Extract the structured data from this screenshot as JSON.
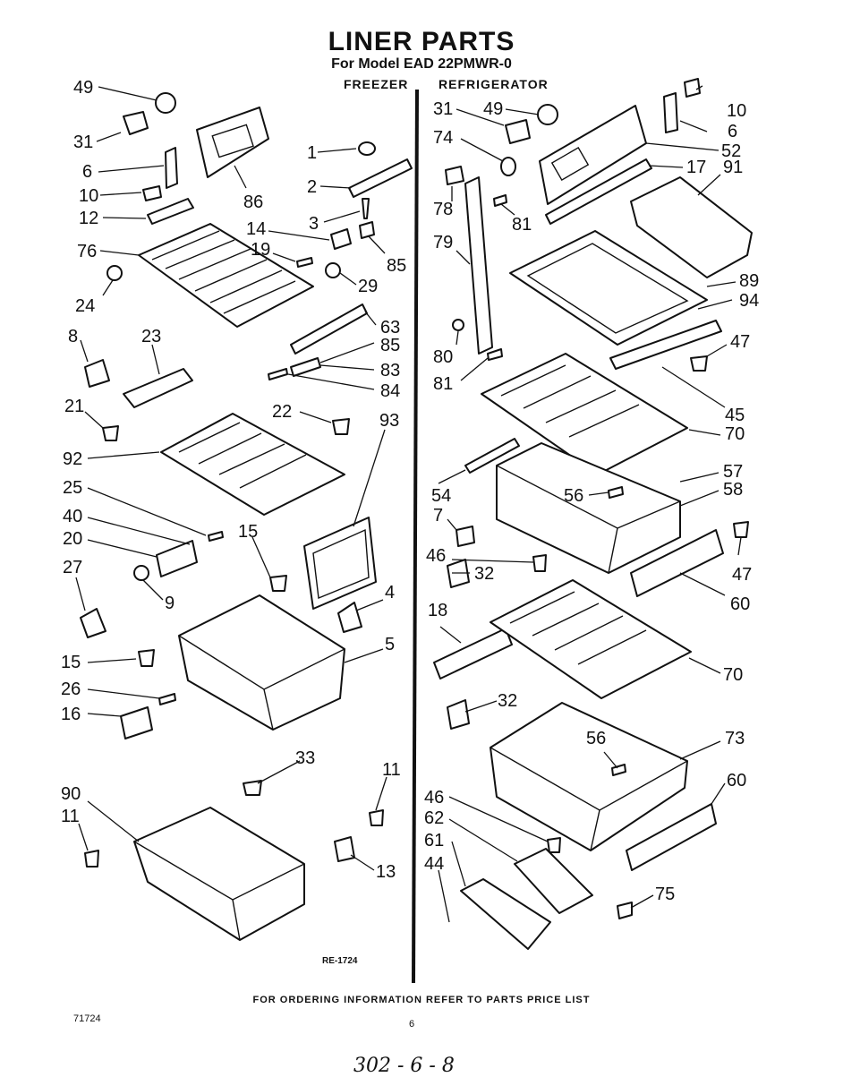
{
  "header": {
    "title": "LINER PARTS",
    "subtitle": "For Model EAD 22PMWR-0",
    "section_freezer": "FREEZER",
    "section_refrigerator": "REFRIGERATOR"
  },
  "footer": {
    "ordering_note": "FOR ORDERING INFORMATION REFER TO PARTS PRICE LIST",
    "doc_number": "71724",
    "page_number": "6",
    "ref_code": "RE-1724",
    "handwritten": "302 - 6 - 8"
  },
  "labels": {
    "freezer": [
      "49",
      "31",
      "6",
      "10",
      "12",
      "76",
      "24",
      "86",
      "1",
      "2",
      "3",
      "14",
      "19",
      "85",
      "29",
      "63",
      "85",
      "83",
      "84",
      "8",
      "23",
      "21",
      "22",
      "93",
      "92",
      "25",
      "40",
      "20",
      "27",
      "9",
      "15",
      "4",
      "5",
      "15",
      "26",
      "16",
      "33",
      "11",
      "90",
      "11",
      "13"
    ],
    "refrigerator": [
      "10",
      "6",
      "52",
      "17",
      "91",
      "31",
      "49",
      "74",
      "78",
      "81",
      "79",
      "89",
      "94",
      "47",
      "80",
      "81",
      "45",
      "70",
      "57",
      "58",
      "54",
      "56",
      "7",
      "47",
      "46",
      "32",
      "60",
      "18",
      "70",
      "32",
      "73",
      "56",
      "60",
      "46",
      "62",
      "61",
      "44",
      "75"
    ]
  }
}
